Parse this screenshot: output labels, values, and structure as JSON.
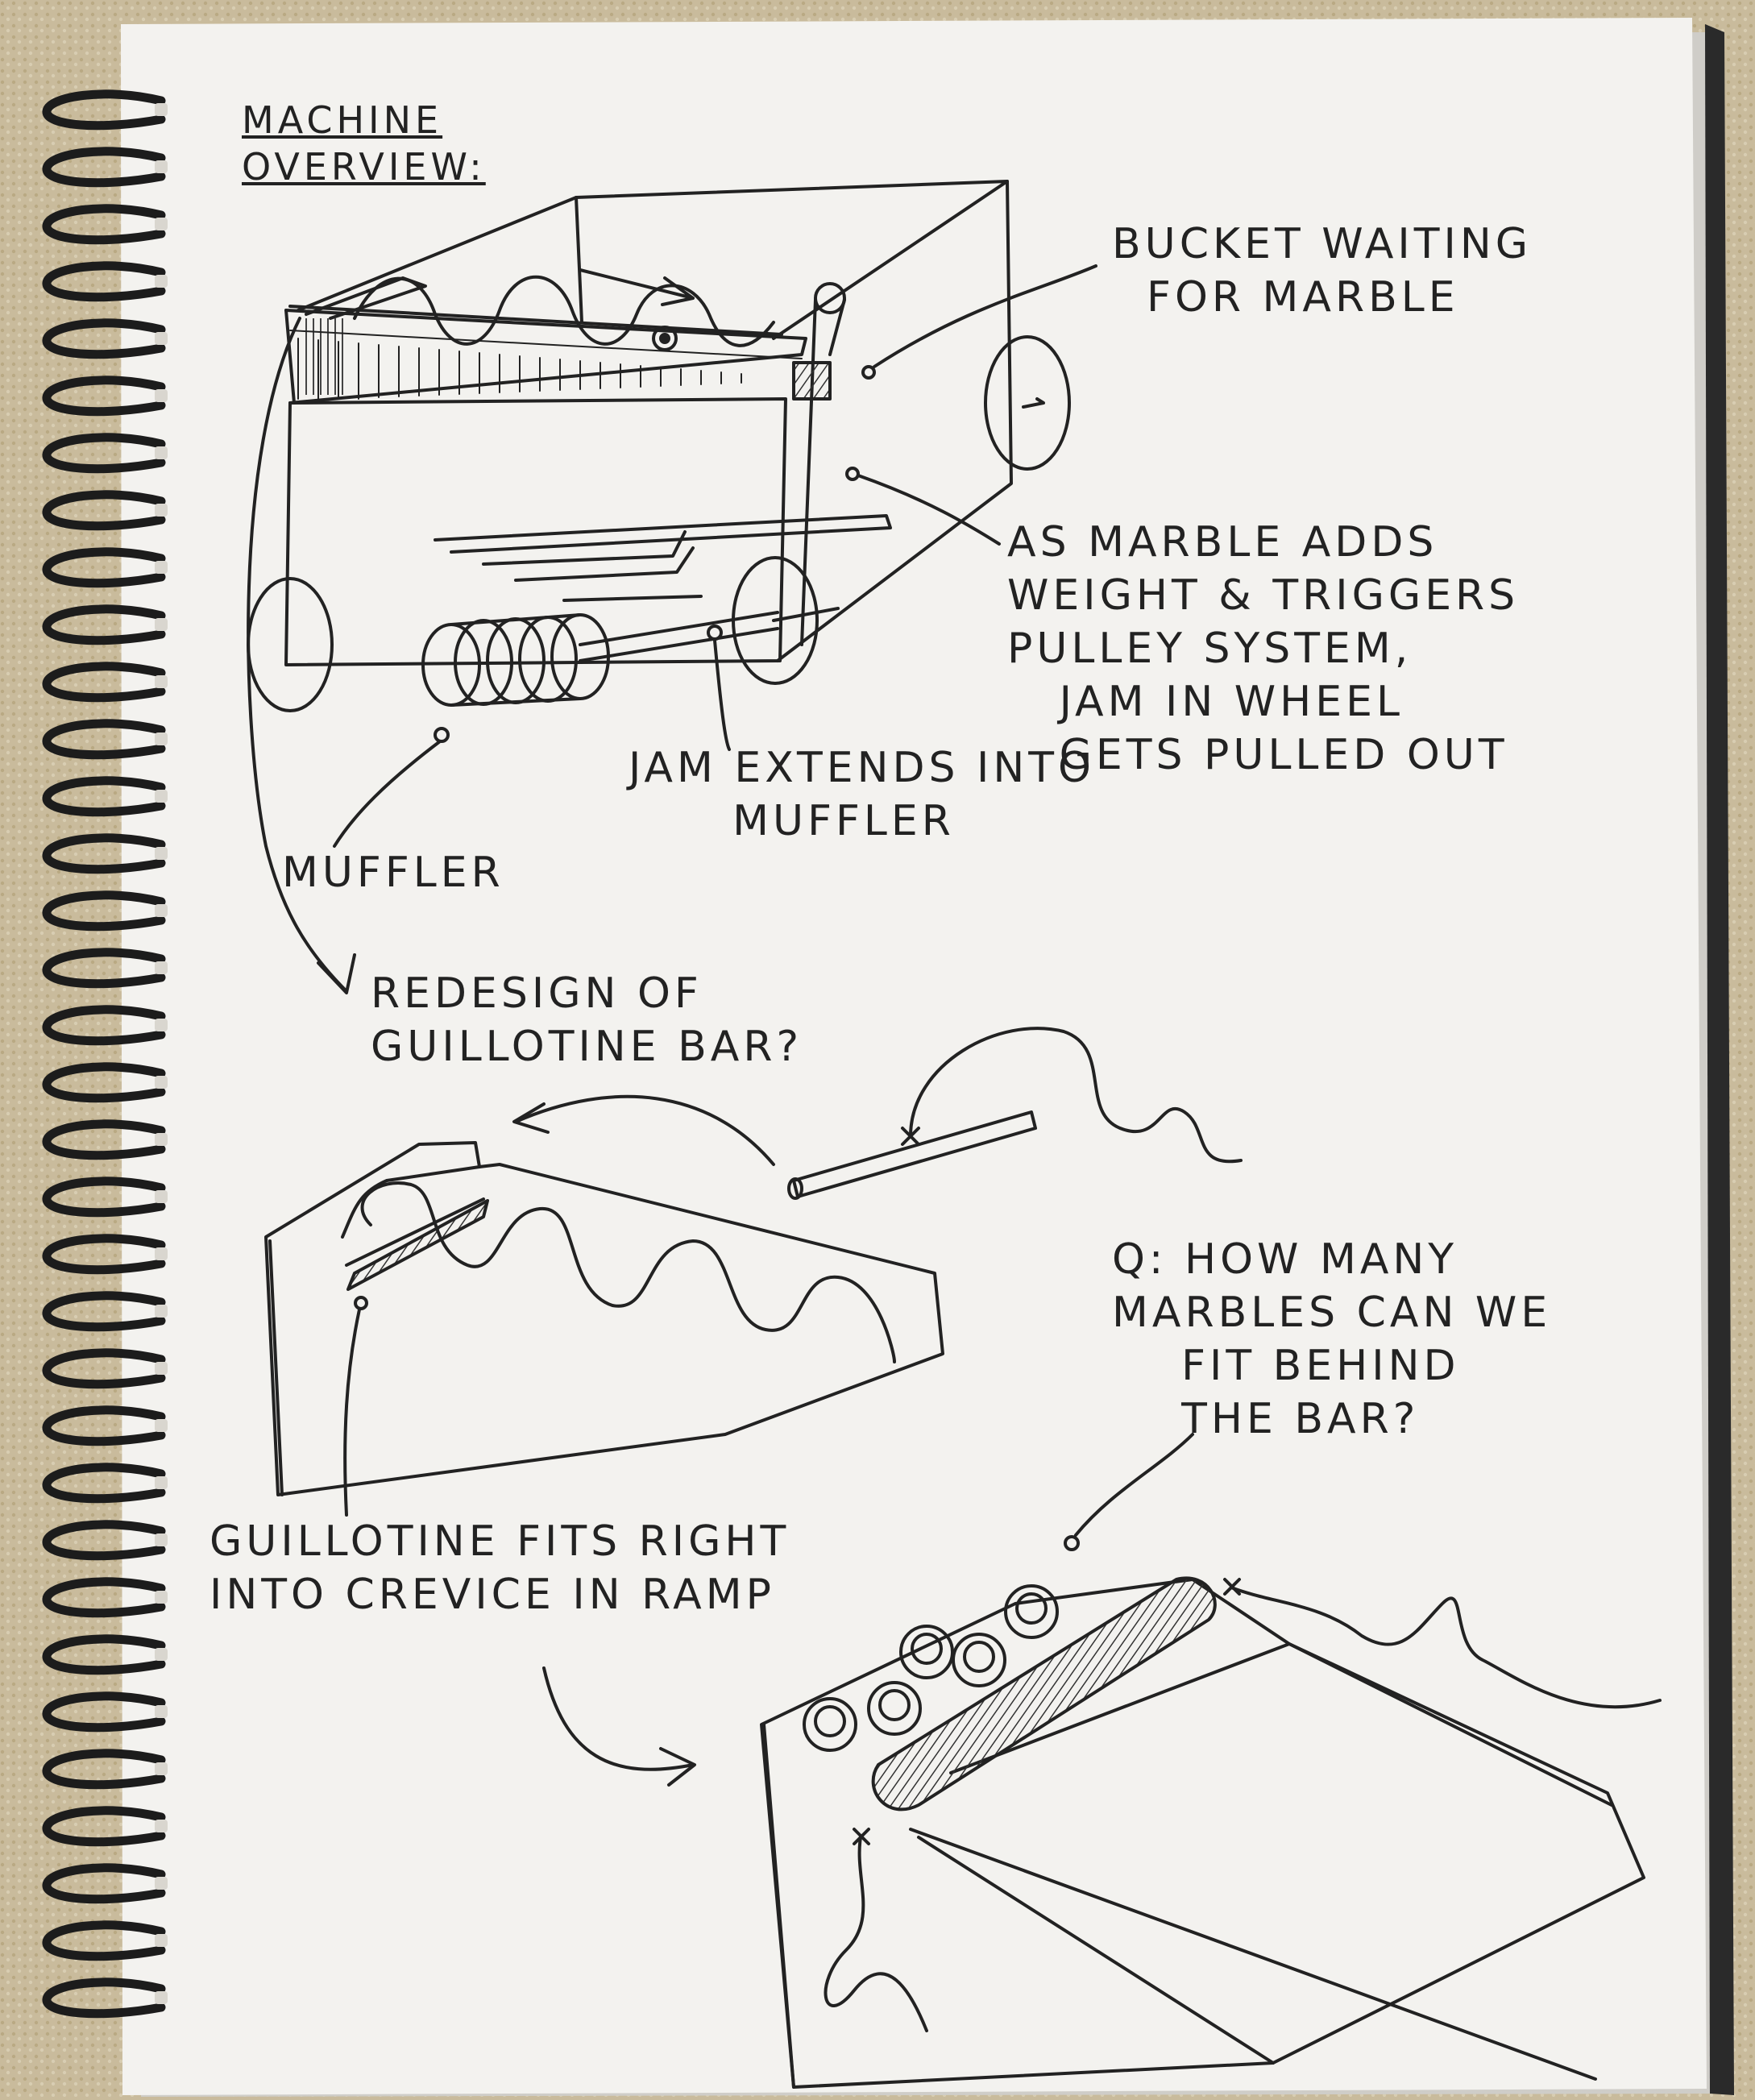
{
  "title": "MACHINE\nOVERVIEW:",
  "labels": {
    "bucket": "BUCKET WAITING\n  FOR MARBLE",
    "weight": "AS MARBLE ADDS\nWEIGHT & TRIGGERS\nPULLEY SYSTEM,\n   JAM IN WHEEL\n   GETS PULLED OUT",
    "jam": "JAM EXTENDS INTO\n      MUFFLER",
    "muffler": "MUFFLER",
    "redesign": "REDESIGN OF\nGUILLOTINE BAR?",
    "question": "Q: HOW MANY\nMARBLES CAN WE\n    FIT BEHIND\n    THE BAR?",
    "guillotine": "GUILLOTINE FITS RIGHT\nINTO CREVICE IN RAMP"
  },
  "colors": {
    "carpet": "#c9bb9c",
    "paper": "#f3f2ef",
    "ink": "#222222",
    "binding": "#1c1c1c"
  }
}
